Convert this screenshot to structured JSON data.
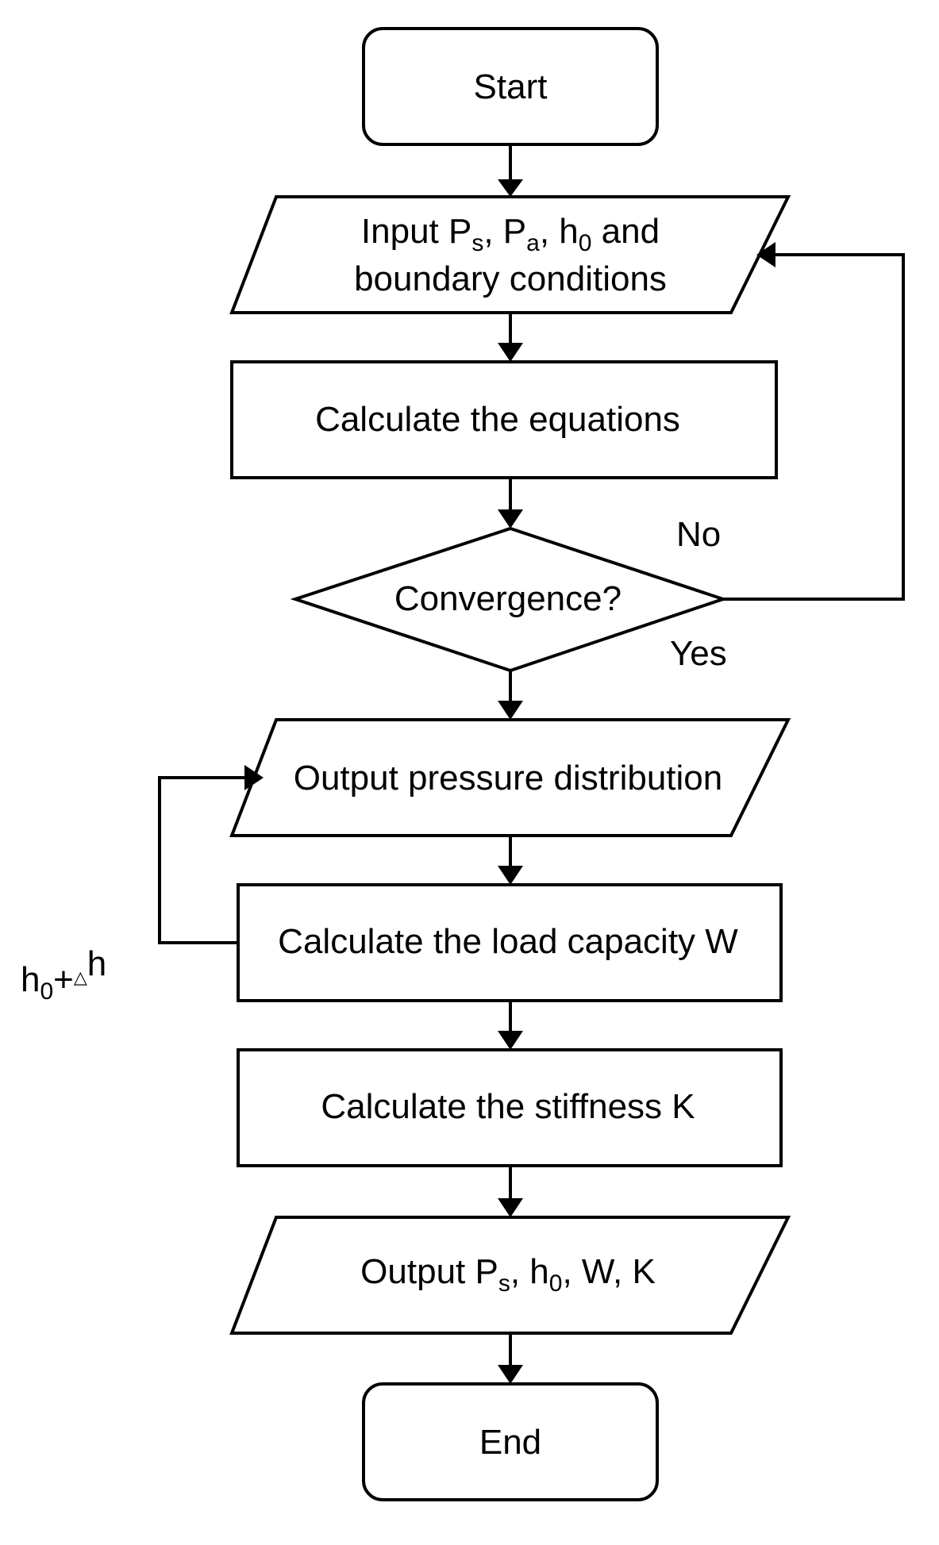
{
  "nodes": {
    "start": {
      "text": "Start"
    },
    "input": {
      "line1": [
        {
          "t": "Input P"
        },
        {
          "t": "s",
          "sub": true
        },
        {
          "t": ", P"
        },
        {
          "t": "a",
          "sub": true
        },
        {
          "t": ", h"
        },
        {
          "t": "0",
          "sub": true
        },
        {
          "t": " and"
        }
      ],
      "line2": "boundary conditions"
    },
    "calc_equations": {
      "text": "Calculate the equations"
    },
    "convergence": {
      "text": "Convergence?"
    },
    "output_pressure": {
      "text": "Output pressure distribution"
    },
    "calc_load": {
      "text": "Calculate the load capacity W"
    },
    "calc_stiffness": {
      "text": "Calculate the stiffness K"
    },
    "output_final": {
      "line1": [
        {
          "t": "Output P"
        },
        {
          "t": "s",
          "sub": true
        },
        {
          "t": ", h"
        },
        {
          "t": "0",
          "sub": true
        },
        {
          "t": ", W, K"
        }
      ]
    },
    "end": {
      "text": "End"
    }
  },
  "edge_labels": {
    "no": "No",
    "yes": "Yes",
    "loop": [
      {
        "t": "h"
      },
      {
        "t": "0",
        "sub": true
      },
      {
        "t": "+"
      },
      {
        "t": "△",
        "small": true
      },
      {
        "t": "h"
      }
    ]
  }
}
